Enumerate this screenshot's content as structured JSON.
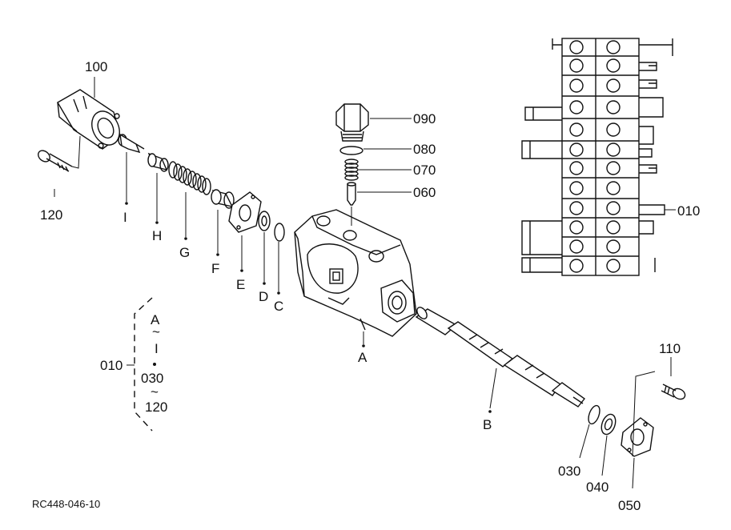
{
  "labels": {
    "p100": "100",
    "p120": "120",
    "pI": "I",
    "pH": "H",
    "pG": "G",
    "pF": "F",
    "pE": "E",
    "pD": "D",
    "pC": "C",
    "pA": "A",
    "pB": "B",
    "p090": "090",
    "p080": "080",
    "p070": "070",
    "p060": "060",
    "p010": "010",
    "p110": "110",
    "p030": "030",
    "p040": "040",
    "p050": "050"
  },
  "legend": {
    "ref": "010",
    "from": "A",
    "tilde1": "~",
    "to1": "I",
    "mid": "030",
    "tilde2": "~",
    "to2": "120"
  },
  "figure_code": "RC448-046-10"
}
